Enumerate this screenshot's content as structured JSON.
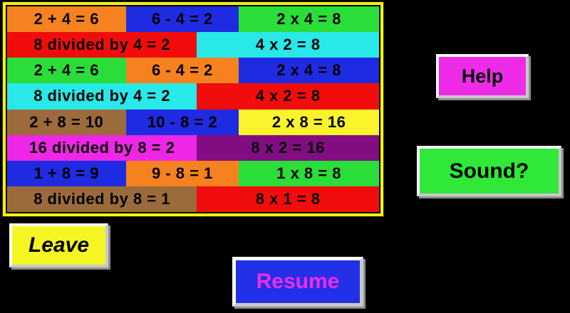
{
  "screen": {
    "background": "#000000"
  },
  "panel": {
    "border_color": "#F2F20C",
    "inner_line_color": "#000000",
    "rows": [
      {
        "cells": [
          {
            "text": "2 + 4 = 6",
            "color": "#F5821F"
          },
          {
            "text": "6 - 4 = 2",
            "color": "#1F2BE0"
          },
          {
            "text": "2 x 4 = 8",
            "color": "#2BDD38"
          }
        ]
      },
      {
        "cells": [
          {
            "text": "8 divided by 4 = 2",
            "color": "#F20D0D"
          },
          {
            "text": "4 x 2 = 8",
            "color": "#29E8E8"
          }
        ]
      },
      {
        "cells": [
          {
            "text": "2 + 4 = 6",
            "color": "#2BDD38"
          },
          {
            "text": "6 - 4 = 2",
            "color": "#F5821F"
          },
          {
            "text": "2 x 4 = 8",
            "color": "#1F2BE0"
          }
        ]
      },
      {
        "cells": [
          {
            "text": "8 divided by 4 = 2",
            "color": "#29E8E8"
          },
          {
            "text": "4 x 2 = 8",
            "color": "#F20D0D"
          }
        ]
      },
      {
        "cells": [
          {
            "text": "2 + 8 = 10",
            "color": "#9C6B3B"
          },
          {
            "text": "10 - 8 = 2",
            "color": "#1F2BE0"
          },
          {
            "text": "2 x 8 = 16",
            "color": "#FBF32B"
          }
        ]
      },
      {
        "cells": [
          {
            "text": "16 divided by 8 = 2",
            "color": "#EE26E6"
          },
          {
            "text": "8 x 2 = 16",
            "color": "#820D82"
          }
        ]
      },
      {
        "cells": [
          {
            "text": "1 + 8 = 9",
            "color": "#1F2BE0"
          },
          {
            "text": "9 - 8 = 1",
            "color": "#F5821F"
          },
          {
            "text": "1 x 8 = 8",
            "color": "#2BDD38"
          }
        ]
      },
      {
        "cells": [
          {
            "text": "8 divided by 8 = 1",
            "color": "#9C6B3B"
          },
          {
            "text": "8 x 1 = 8",
            "color": "#F20D0D"
          }
        ]
      }
    ]
  },
  "buttons": {
    "help": {
      "label": "Help",
      "bg": "#EE2CE8",
      "text_color": "#000000"
    },
    "sound": {
      "label": "Sound?",
      "bg": "#2FE838",
      "text_color": "#000000"
    },
    "leave": {
      "label": "Leave",
      "bg": "#F5F523",
      "text_color": "#000000"
    },
    "resume": {
      "label": "Resume",
      "bg": "#2230E8",
      "text_color": "#EE2CE8"
    }
  }
}
